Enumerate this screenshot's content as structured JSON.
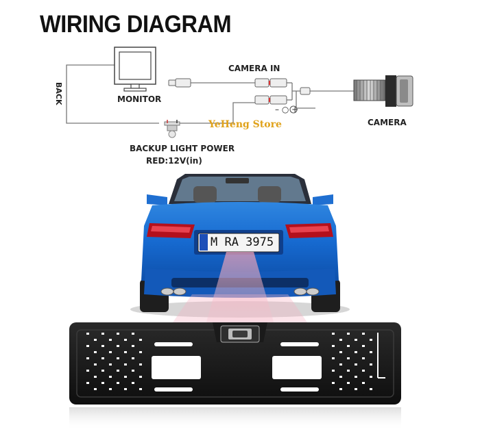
{
  "title": "WIRING DIAGRAM",
  "labels": {
    "back": "BACK",
    "monitor": "MONITOR",
    "camera_in": "CAMERA IN",
    "camera": "CAMERA",
    "backup_power": "BACKUP LIGHT POWER",
    "red_12v": "RED:12V(in)"
  },
  "polarity": "– ○ +",
  "watermark": "YeHeng Store",
  "license_plate": "M RA 3975"
}
